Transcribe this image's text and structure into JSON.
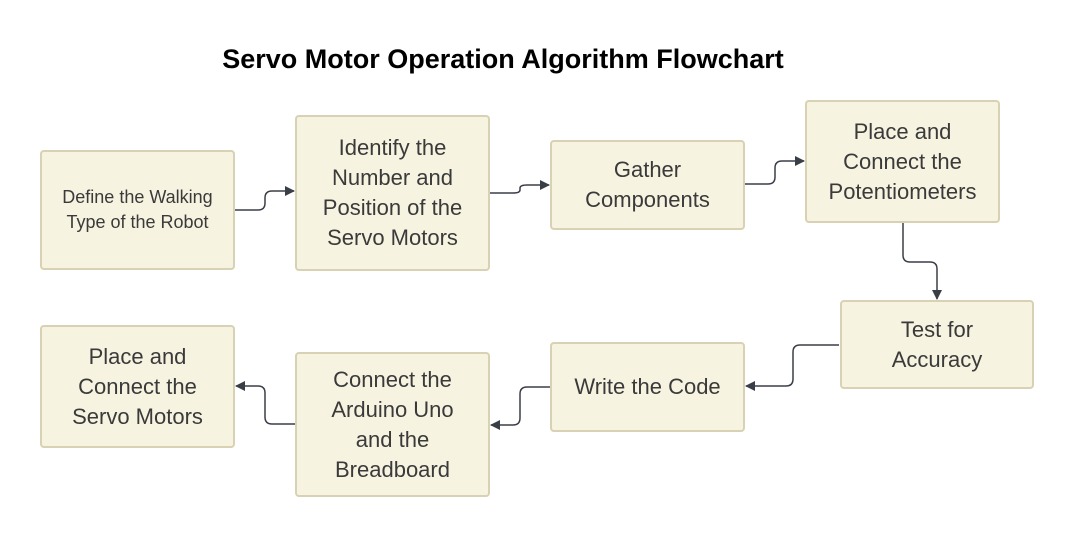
{
  "title": "Servo Motor Operation Algorithm Flowchart",
  "colors": {
    "node_fill": "#f7f3e1",
    "node_border": "#d9d1b3",
    "text": "#3a3a3a",
    "edge": "#3a3f47",
    "title": "#000000"
  },
  "nodes": [
    {
      "id": "define",
      "label": "Define the Walking\nType of the Robot"
    },
    {
      "id": "identify",
      "label": "Identify the\nNumber and\nPosition of the\nServo Motors"
    },
    {
      "id": "gather",
      "label": "Gather\nComponents"
    },
    {
      "id": "potentiometers",
      "label": "Place and\nConnect the\nPotentiometers"
    },
    {
      "id": "test",
      "label": "Test for\nAccuracy"
    },
    {
      "id": "code",
      "label": "Write the Code"
    },
    {
      "id": "arduino",
      "label": "Connect the\nArduino Uno\nand the\nBreadboard"
    },
    {
      "id": "servos",
      "label": "Place and\nConnect the\nServo Motors"
    }
  ],
  "edges": [
    {
      "from": "define",
      "to": "identify"
    },
    {
      "from": "identify",
      "to": "gather"
    },
    {
      "from": "gather",
      "to": "potentiometers"
    },
    {
      "from": "potentiometers",
      "to": "test"
    },
    {
      "from": "test",
      "to": "code"
    },
    {
      "from": "code",
      "to": "arduino"
    },
    {
      "from": "arduino",
      "to": "servos"
    }
  ]
}
